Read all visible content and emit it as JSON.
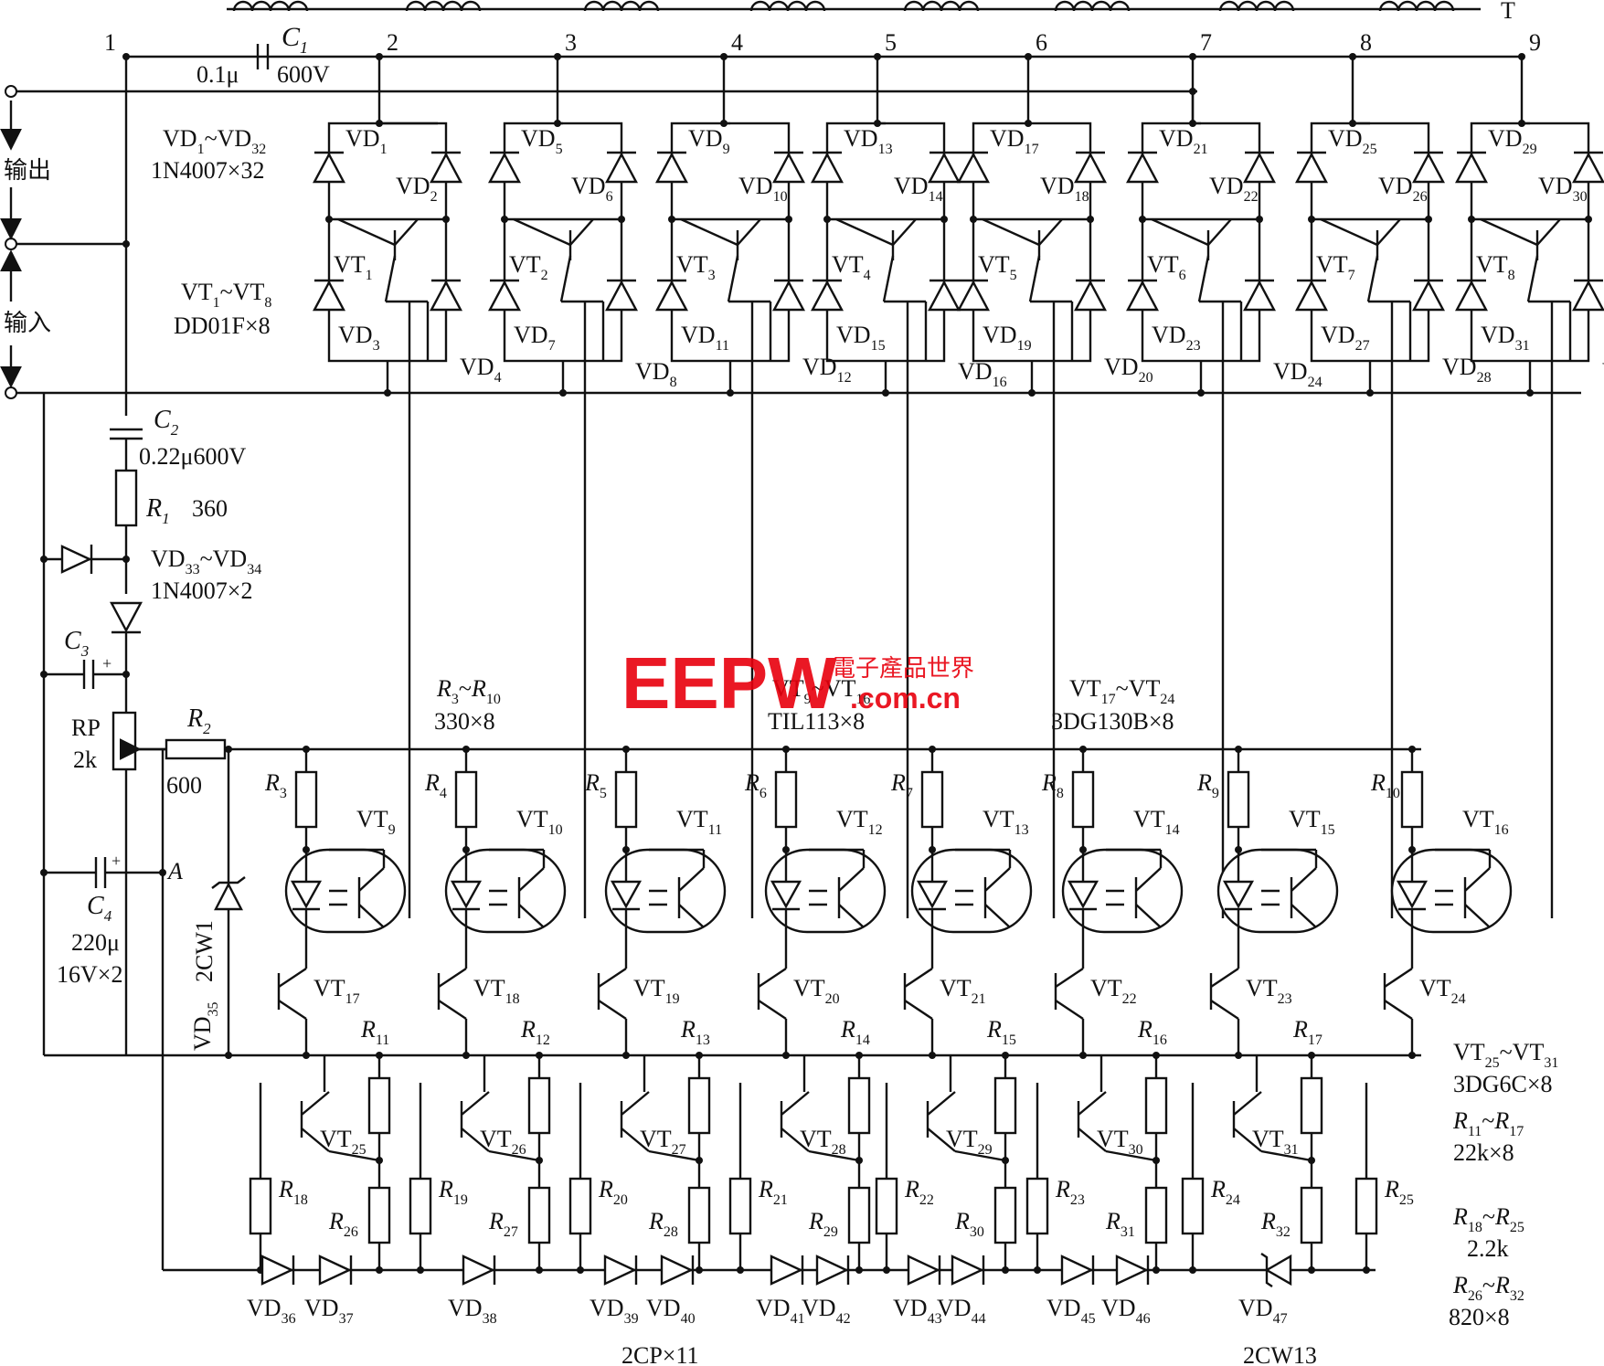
{
  "nodes": [
    "1",
    "2",
    "3",
    "4",
    "5",
    "6",
    "7",
    "8",
    "9"
  ],
  "T": "T",
  "C1": {
    "name": "C",
    "sub": "1",
    "value": "0.1μ",
    "voltage": "600V"
  },
  "io": {
    "output": "输出",
    "input": "输入"
  },
  "vd_top_labels": {
    "range": "VD1~VD32",
    "a": "VD",
    "a_sub": "1",
    "b_sub": "32",
    "type": "1N4007×32"
  },
  "vt_top_labels": {
    "a": "VT",
    "a_sub": "1",
    "b_sub": "8",
    "type": "DD01F×8"
  },
  "bridges": [
    {
      "vt": "1",
      "vd": [
        "1",
        "2",
        "3",
        "4"
      ]
    },
    {
      "vt": "2",
      "vd": [
        "5",
        "6",
        "7",
        "8"
      ]
    },
    {
      "vt": "3",
      "vd": [
        "9",
        "10",
        "11",
        "12"
      ]
    },
    {
      "vt": "4",
      "vd": [
        "13",
        "14",
        "15",
        "16"
      ]
    },
    {
      "vt": "5",
      "vd": [
        "17",
        "18",
        "19",
        "20"
      ]
    },
    {
      "vt": "6",
      "vd": [
        "21",
        "22",
        "23",
        "24"
      ]
    },
    {
      "vt": "7",
      "vd": [
        "25",
        "26",
        "27",
        "28"
      ]
    },
    {
      "vt": "8",
      "vd": [
        "29",
        "30",
        "31",
        "32"
      ]
    }
  ],
  "C2": {
    "name": "C",
    "sub": "2",
    "value": "0.22μ600V"
  },
  "R1": {
    "name": "R",
    "sub": "1",
    "value": "360"
  },
  "VD33_34": {
    "a": "VD",
    "a_sub": "33",
    "b_sub": "34",
    "type": "1N4007×2"
  },
  "C3": {
    "name": "C",
    "sub": "3"
  },
  "RP": {
    "name": "RP",
    "value": "2k"
  },
  "R2": {
    "name": "R",
    "sub": "2",
    "value": "600"
  },
  "C4": {
    "name": "C",
    "sub": "4",
    "value": "220μ",
    "voltage": "16V×2"
  },
  "nodeA": "A",
  "VD35": {
    "type": "2CW1",
    "name": "VD",
    "sub": "35"
  },
  "R3_10": {
    "a": "R",
    "a_sub": "3",
    "b_sub": "10",
    "value": "330×8"
  },
  "VT9_16": {
    "a": "VT",
    "a_sub": "9",
    "b_sub": "16",
    "type": "TIL113×8"
  },
  "VT17_24": {
    "a": "VT",
    "a_sub": "17",
    "b_sub": "24",
    "type": "3DG130B×8"
  },
  "opto": [
    {
      "r": "3",
      "vt": "9",
      "drv": "17",
      "rb": "11",
      "q": "25",
      "rl": "18",
      "rr": "26"
    },
    {
      "r": "4",
      "vt": "10",
      "drv": "18",
      "rb": "12",
      "q": "26",
      "rl": "19",
      "rr": "27"
    },
    {
      "r": "5",
      "vt": "11",
      "drv": "19",
      "rb": "13",
      "q": "27",
      "rl": "20",
      "rr": "28"
    },
    {
      "r": "6",
      "vt": "12",
      "drv": "20",
      "rb": "14",
      "q": "28",
      "rl": "21",
      "rr": "29"
    },
    {
      "r": "7",
      "vt": "13",
      "drv": "21",
      "rb": "15",
      "q": "29",
      "rl": "22",
      "rr": "30"
    },
    {
      "r": "8",
      "vt": "14",
      "drv": "22",
      "rb": "16",
      "q": "30",
      "rl": "23",
      "rr": "31"
    },
    {
      "r": "9",
      "vt": "15",
      "drv": "23",
      "rb": "17",
      "q": "31",
      "rl": "24",
      "rr": "32"
    },
    {
      "r": "10",
      "vt": "16",
      "drv": "24",
      "rb": "",
      "q": "",
      "rl": "25",
      "rr": ""
    }
  ],
  "bottom_diodes": [
    "36",
    "37",
    "38",
    "39",
    "40",
    "41",
    "42",
    "43",
    "44",
    "45",
    "46",
    "47"
  ],
  "cp_type": "2CP×11",
  "cw_type": "2CW13",
  "legend": {
    "vt25": "VT",
    "vt25_a": "25",
    "vt25_b": "31",
    "vt25_type": "3DG6C×8",
    "r11": "R",
    "r11_a": "11",
    "r11_b": "17",
    "r11_val": "22k×8",
    "r18_a": "18",
    "r18_b": "25",
    "r18_val": "2.2k",
    "r26_a": "26",
    "r26_b": "32",
    "r26_val": "820×8"
  },
  "watermark": {
    "logo": "EEPW",
    "cn": "電子產品世界",
    "site": ".com.cn",
    "color": "#e8000d"
  }
}
